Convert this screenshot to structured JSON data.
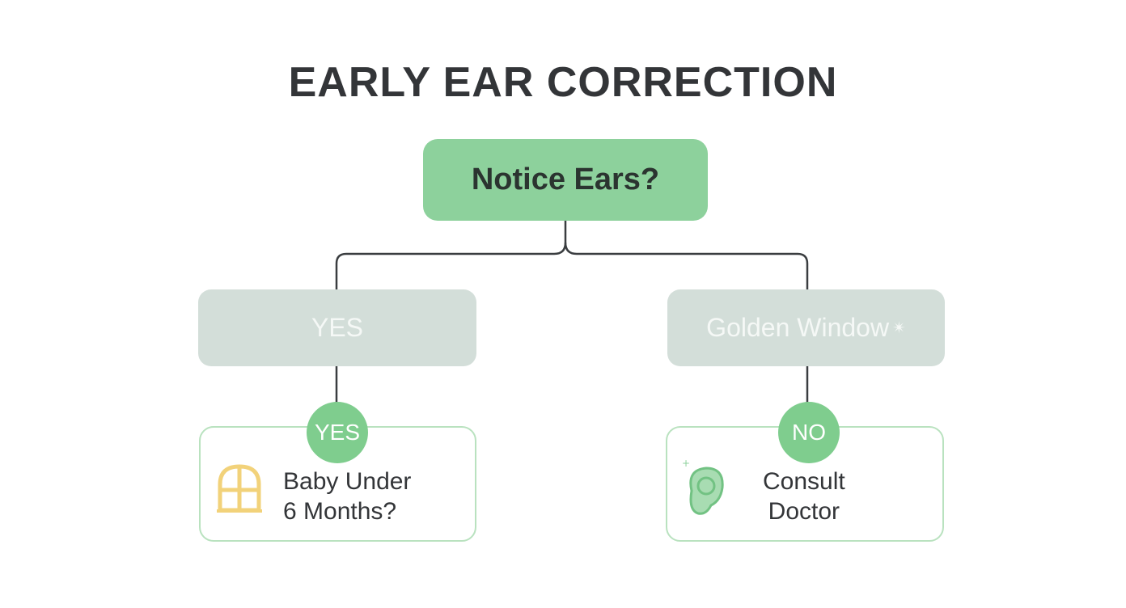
{
  "title": "EARLY EAR CORRECTION",
  "root": {
    "label": "Notice Ears?"
  },
  "branches": {
    "left": {
      "label": "YES"
    },
    "right": {
      "label": "Golden Window",
      "sparkle": "✴"
    }
  },
  "outcomes": {
    "left": {
      "badge": "YES",
      "line1": "Baby Under",
      "line2": "6 Months?",
      "icon": "window-icon"
    },
    "right": {
      "badge": "NO",
      "line1": "Consult",
      "line2": "Doctor",
      "icon": "ear-icon"
    }
  },
  "colors": {
    "root": "#8dd19c",
    "grey_box": "#d3ded9",
    "badge": "#7fcd8e",
    "card_border": "#b9e2bf",
    "connector": "#3a3d40",
    "window_icon": "#f2d27a",
    "ear_icon": "#8dd19c"
  }
}
